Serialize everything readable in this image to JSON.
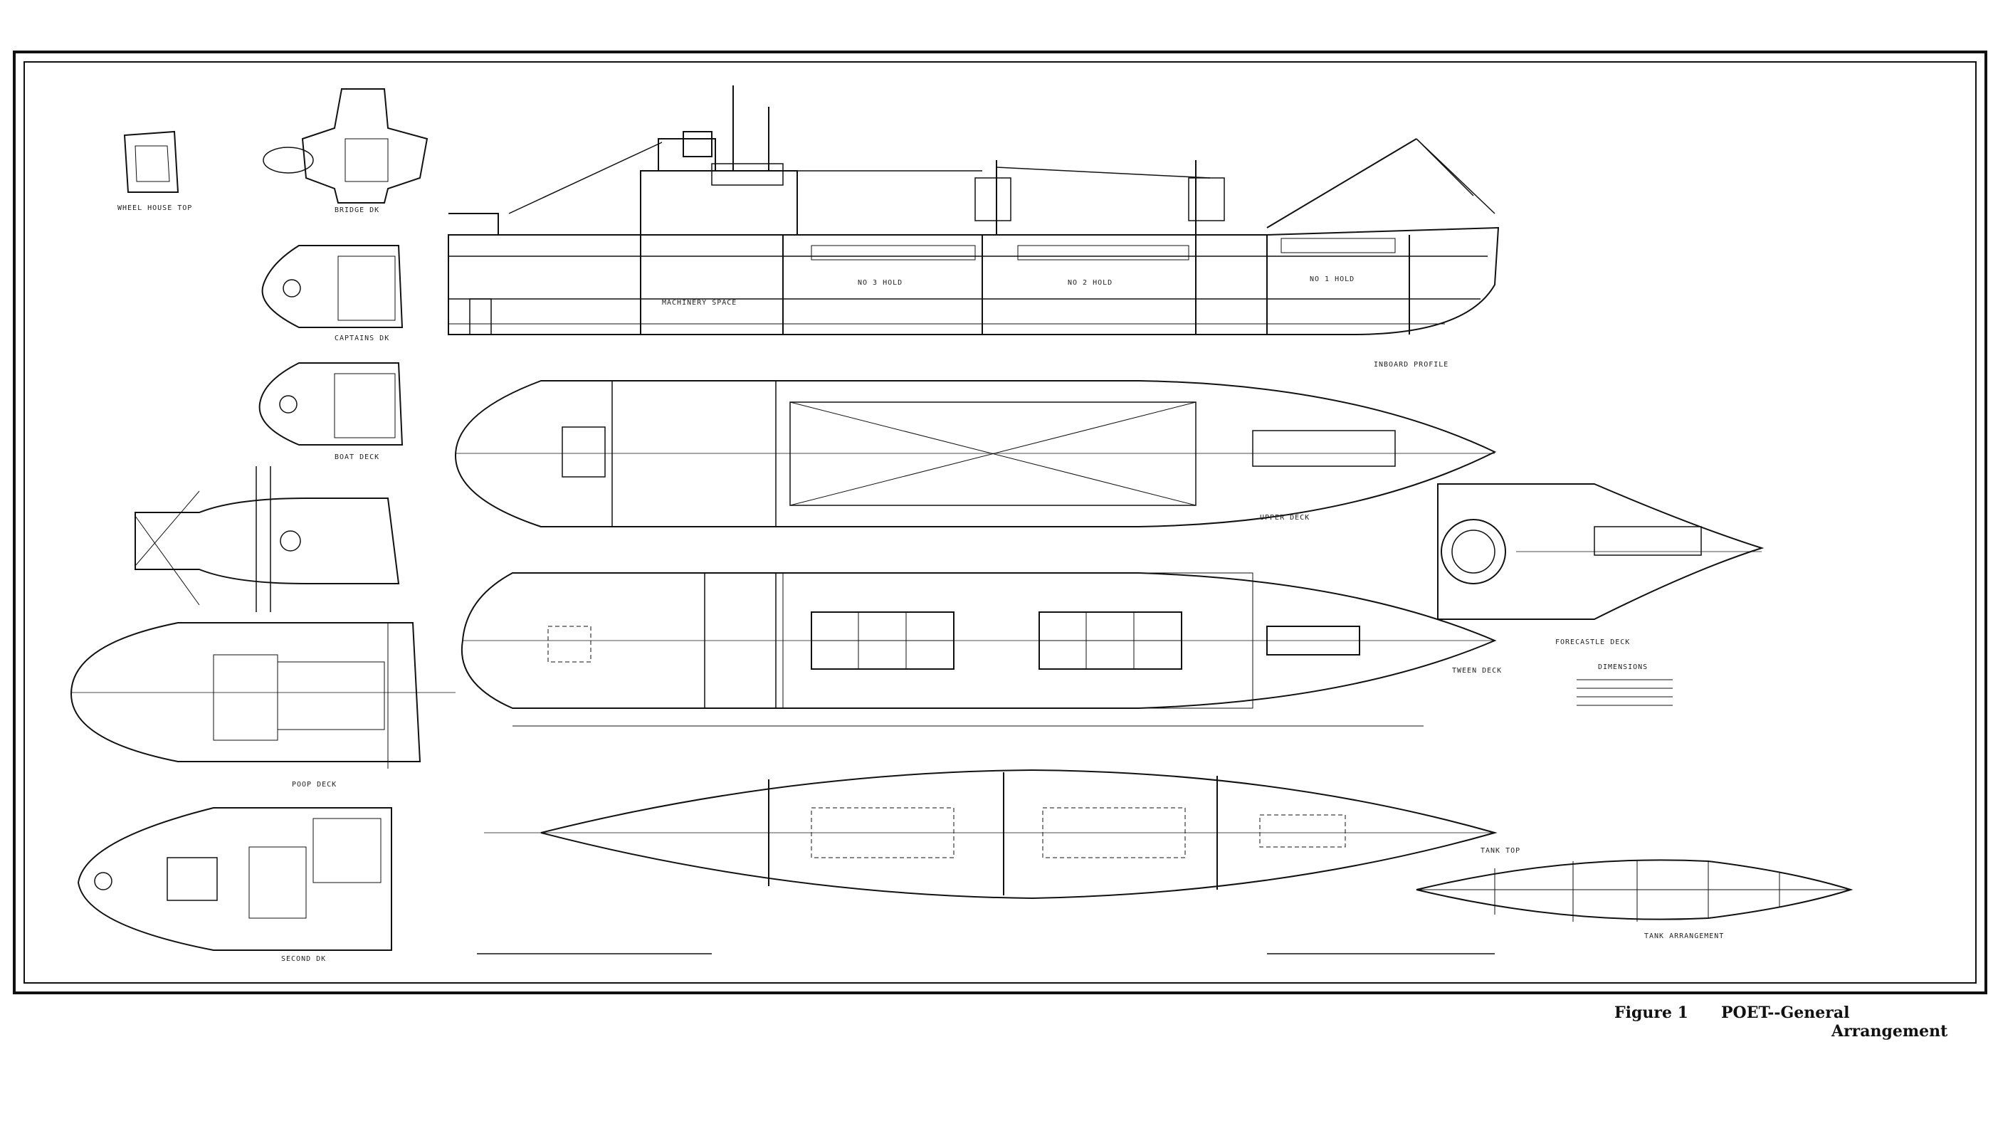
{
  "caption": {
    "figure_label": "Figure 1",
    "title_line1": "POET--General",
    "title_line2": "Arrangement"
  },
  "drawing": {
    "labels": {
      "profile": "INBOARD PROFILE",
      "upper_deck": "UPPER DECK",
      "forecastle_deck": "FORECASTLE DECK",
      "tween_deck": "TWEEN DECK",
      "tank_top": "TANK TOP",
      "tank_arrangement": "TANK ARRANGEMENT",
      "dimensions": "DIMENSIONS",
      "poop_deck": "POOP DECK",
      "second_deck": "SECOND DK",
      "captains_deck": "CAPTAINS DK",
      "boat_deck": "BOAT DECK",
      "bridge_deck": "BRIDGE DK",
      "wheel_house": "WHEEL HOUSE TOP",
      "hold_1": "NO 1 HOLD",
      "hold_2": "NO 2 HOLD",
      "hold_3": "NO 3 HOLD",
      "machinery": "MACHINERY SPACE"
    }
  }
}
